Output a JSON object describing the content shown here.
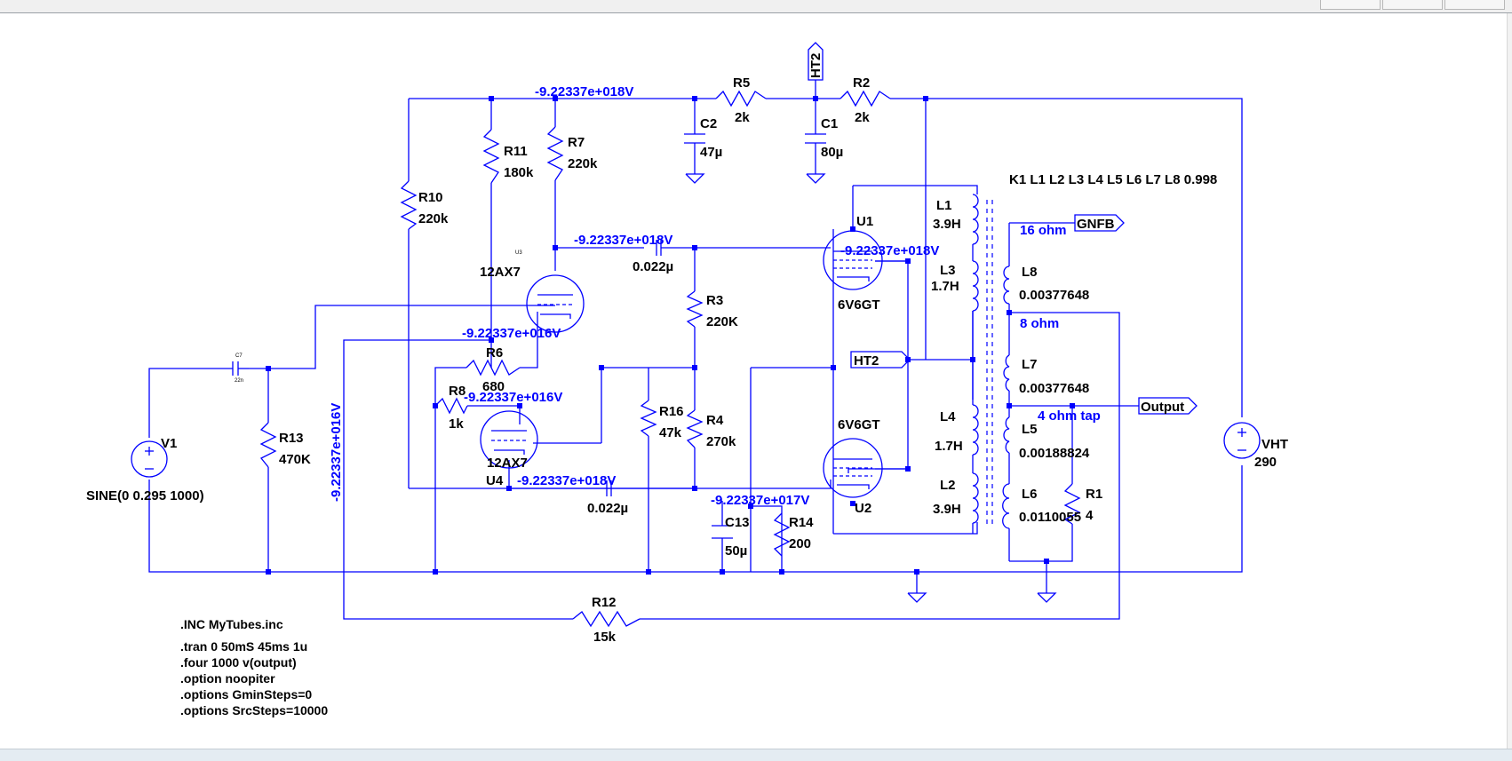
{
  "window": {
    "caption": ""
  },
  "colors": {
    "wire": "#0000ff",
    "text": "#000000",
    "background": "#ffffff",
    "junction": "#0000ff"
  },
  "components": {
    "R5": {
      "ref": "R5",
      "value": "2k"
    },
    "R2": {
      "ref": "R2",
      "value": "2k"
    },
    "C2": {
      "ref": "C2",
      "value": "47µ"
    },
    "C1": {
      "ref": "C1",
      "value": "80µ"
    },
    "R11": {
      "ref": "R11",
      "value": "180k"
    },
    "R7": {
      "ref": "R7",
      "value": "220k"
    },
    "R10": {
      "ref": "R10",
      "value": "220k"
    },
    "R3": {
      "ref": "R3",
      "value": "220K"
    },
    "R6": {
      "ref": "R6",
      "value": "680"
    },
    "R8": {
      "ref": "R8",
      "value": "1k"
    },
    "R16": {
      "ref": "R16",
      "value": "47k"
    },
    "R4": {
      "ref": "R4",
      "value": "270k"
    },
    "R13": {
      "ref": "R13",
      "value": "470K"
    },
    "R14": {
      "ref": "R14",
      "value": "200"
    },
    "R12": {
      "ref": "R12",
      "value": "15k"
    },
    "R1": {
      "ref": "R1",
      "value": "4"
    },
    "C13": {
      "ref": "C13",
      "value": "50µ"
    },
    "Ccoup_top": {
      "value": "0.022µ"
    },
    "Ccoup_bot": {
      "value": "0.022µ"
    },
    "Cin": {
      "ref": "C7",
      "value": "22n"
    },
    "V1": {
      "ref": "V1",
      "value": "SINE(0 0.295 1000)"
    },
    "VHT": {
      "ref": "VHT",
      "value": "290"
    },
    "U1": {
      "ref": "U1",
      "value": "6V6GT"
    },
    "U2": {
      "ref": "U2",
      "value": "6V6GT"
    },
    "U3": {
      "ref": "U3",
      "value": "12AX7"
    },
    "U4": {
      "ref": "U4",
      "value": "12AX7"
    },
    "L1": {
      "ref": "L1",
      "value": "3.9H"
    },
    "L3": {
      "ref": "L3",
      "value": "1.7H"
    },
    "L4": {
      "ref": "L4",
      "value": "1.7H"
    },
    "L2": {
      "ref": "L2",
      "value": "3.9H"
    },
    "L8": {
      "ref": "L8",
      "value": "0.00377648"
    },
    "L7": {
      "ref": "L7",
      "value": "0.00377648"
    },
    "L5": {
      "ref": "L5",
      "value": "0.00188824"
    },
    "L6": {
      "ref": "L6",
      "value": "0.0110055"
    }
  },
  "coupling": "K1 L1 L2 L3 L4 L5 L6 L7 L8 0.998",
  "net_labels": {
    "top_rail": "-9.22337e+018V",
    "n_r7": "-9.22337e+018V",
    "n_u1": "-9.22337e+018V",
    "n_u3k": "-9.22337e+016V",
    "n_u4g": "-9.22337e+016V",
    "n_vert": "-9.22337e+016V",
    "n_u4k": "-9.22337e+018V",
    "n_cath": "-9.22337e+017V"
  },
  "ports": {
    "ht2_top": "HT2",
    "ht2_mid": "HT2",
    "gnfb": "GNFB",
    "output": "Output"
  },
  "taps": {
    "t16": "16 ohm",
    "t8": "8 ohm",
    "t4": "4 ohm tap"
  },
  "directives": [
    ".INC MyTubes.inc",
    ".tran 0 50mS 45ms 1u",
    ".four 1000 v(output)",
    ".option noopiter",
    ".options GminSteps=0",
    ".options SrcSteps=10000"
  ]
}
